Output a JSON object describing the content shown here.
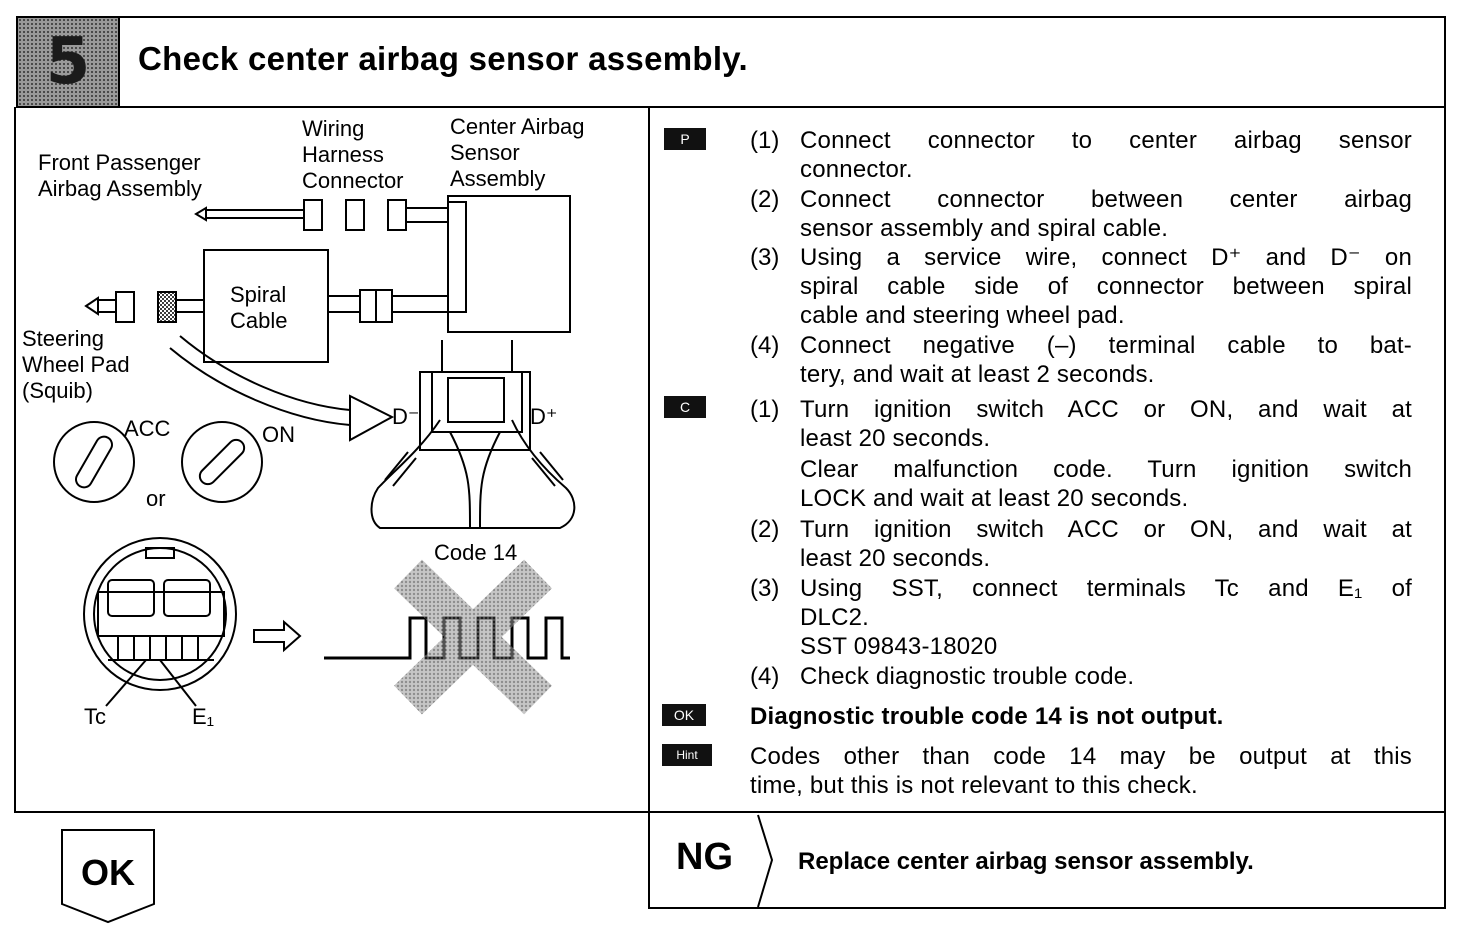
{
  "header": {
    "step": "5",
    "title": "Check center airbag sensor assembly."
  },
  "diagram": {
    "front_passenger_line1": "Front Passenger",
    "front_passenger_line2": "Airbag Assembly",
    "wiring_line1": "Wiring",
    "wiring_line2": "Harness",
    "wiring_line3": "Connector",
    "center_line1": "Center Airbag",
    "center_line2": "Sensor",
    "center_line3": "Assembly",
    "spiral_line1": "Spiral",
    "spiral_line2": "Cable",
    "steering_line1": "Steering",
    "steering_line2": "Wheel Pad",
    "steering_line3": "(Squib)",
    "acc": "ACC",
    "on": "ON",
    "or": "or",
    "d_minus": "D⁻",
    "d_plus": "D⁺",
    "code14": "Code 14",
    "tc": "Tc",
    "e1": "E₁"
  },
  "tags": {
    "p": "P",
    "c": "C",
    "ok": "OK",
    "hint": "Hint"
  },
  "p_steps": [
    {
      "n": "(1)",
      "l1": "Connect connector to center airbag sensor",
      "l2": "connector."
    },
    {
      "n": "(2)",
      "l1": "Connect connector between center airbag",
      "l2": "sensor assembly and spiral cable."
    },
    {
      "n": "(3)",
      "l1": "Using a service wire, connect D⁺ and D⁻ on",
      "l2": "spiral cable side of connector between spiral",
      "l3": "cable and steering wheel pad."
    },
    {
      "n": "(4)",
      "l1": "Connect negative (–) terminal cable to bat-",
      "l2": "tery, and wait at least 2 seconds."
    }
  ],
  "c_steps": [
    {
      "n": "(1)",
      "l1": "Turn ignition switch ACC or ON, and wait at",
      "l2": "least 20 seconds.",
      "l3": "Clear malfunction code. Turn ignition switch",
      "l4": "LOCK and wait at least 20 seconds."
    },
    {
      "n": "(2)",
      "l1": "Turn ignition switch ACC or ON, and wait at",
      "l2": "least 20 seconds."
    },
    {
      "n": "(3)",
      "l1": "Using SST, connect terminals Tc and E₁ of",
      "l2": "DLC2.",
      "l3": "SST 09843-18020"
    },
    {
      "n": "(4)",
      "l1": "Check diagnostic trouble code."
    }
  ],
  "ok_text": "Diagnostic trouble code 14 is not output.",
  "hint": {
    "l1": "Codes other than code 14 may be output at this",
    "l2": "time, but this is not relevant to this check."
  },
  "result": {
    "ng": "NG",
    "ng_text": "Replace center airbag sensor assembly.",
    "ok": "OK"
  }
}
